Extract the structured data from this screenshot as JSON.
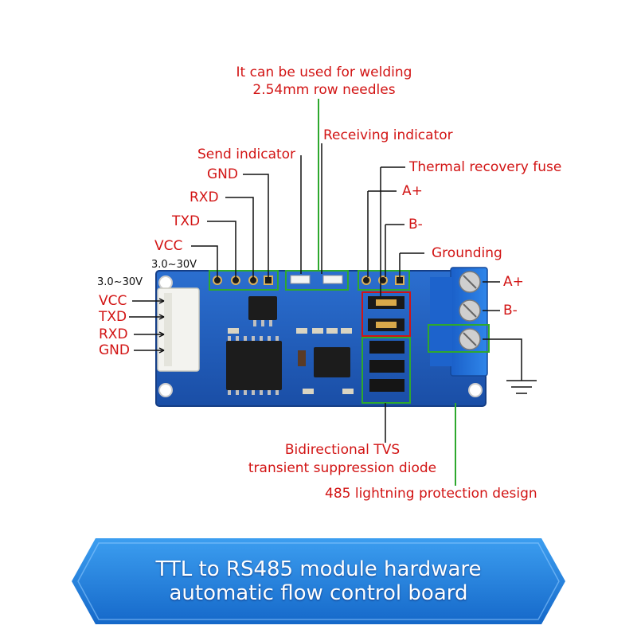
{
  "labels": {
    "welding_line1": "It can be used for welding",
    "welding_line2": "2.54mm row needles",
    "receiving_indicator": "Receiving indicator",
    "send_indicator": "Send indicator",
    "thermal_fuse": "Thermal recovery fuse",
    "gnd": "GND",
    "rxd": "RXD",
    "txd": "TXD",
    "vcc": "VCC",
    "a_plus": "A+",
    "b_minus": "B-",
    "grounding": "Grounding",
    "voltage_right": "3.0~30V",
    "voltage_left": "3.0~30V",
    "left_vcc": "VCC",
    "left_txd": "TXD",
    "left_rxd": "RXD",
    "left_gnd": "GND",
    "terminal_a_plus": "A+",
    "terminal_b_minus": "B-",
    "tvs_line1": "Bidirectional TVS",
    "tvs_line2": "transient suppression diode",
    "lightning": "485 lightning protection design"
  },
  "banner": {
    "line1": "TTL to RS485 module hardware",
    "line2": "automatic flow control board"
  },
  "colors": {
    "label_red": "#d21414",
    "pcb_blue": "#1e5bb8",
    "highlight_green": "#2ea82e",
    "highlight_red": "#d21414",
    "terminal_blue": "#1f6fd6"
  }
}
